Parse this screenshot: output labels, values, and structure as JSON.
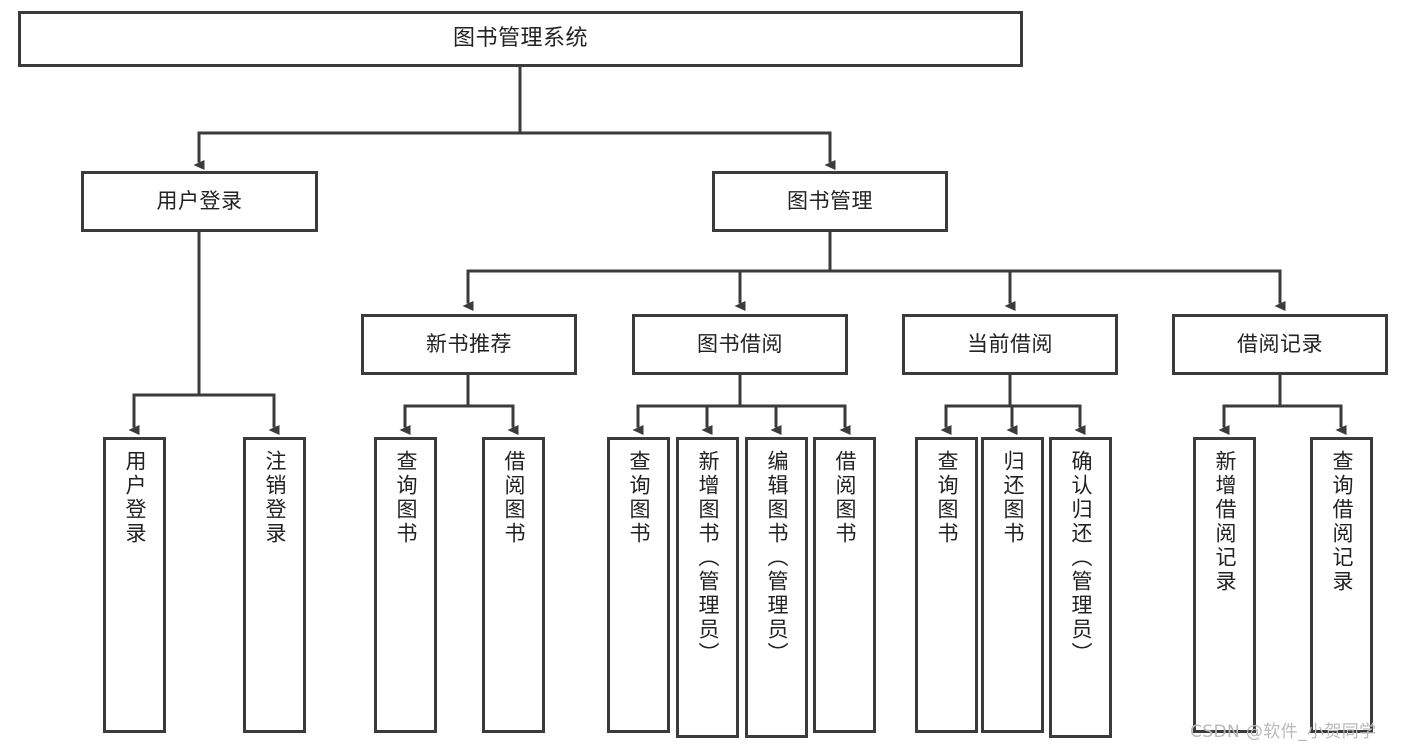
{
  "diagram": {
    "type": "tree",
    "title": "图书管理系统",
    "orientation": "top-down",
    "levels": 4
  },
  "root": {
    "label": "图书管理系统"
  },
  "level2": [
    {
      "label": "用户登录"
    },
    {
      "label": "图书管理"
    }
  ],
  "level3": [
    {
      "label": "新书推荐"
    },
    {
      "label": "图书借阅"
    },
    {
      "label": "当前借阅"
    },
    {
      "label": "借阅记录"
    }
  ],
  "leaves": {
    "user_login": [
      {
        "label": "用户登录"
      },
      {
        "label": "注销登录"
      }
    ],
    "new_book_recommend": [
      {
        "label": "查询图书"
      },
      {
        "label": "借阅图书"
      }
    ],
    "book_borrow": [
      {
        "label": "查询图书"
      },
      {
        "label": "新增图书（管理员）"
      },
      {
        "label": "编辑图书（管理员）"
      },
      {
        "label": "借阅图书"
      }
    ],
    "current_borrow": [
      {
        "label": "查询图书"
      },
      {
        "label": "归还图书"
      },
      {
        "label": "确认归还（管理员）"
      }
    ],
    "borrow_record": [
      {
        "label": "新增借阅记录"
      },
      {
        "label": "查询借阅记录"
      }
    ]
  },
  "watermark": {
    "text": "CSDN @软件_小贺同学"
  },
  "colors": {
    "stroke": "#3b3b3b",
    "background": "#ffffff",
    "text": "#222222",
    "watermark": "#b9b9b9"
  }
}
